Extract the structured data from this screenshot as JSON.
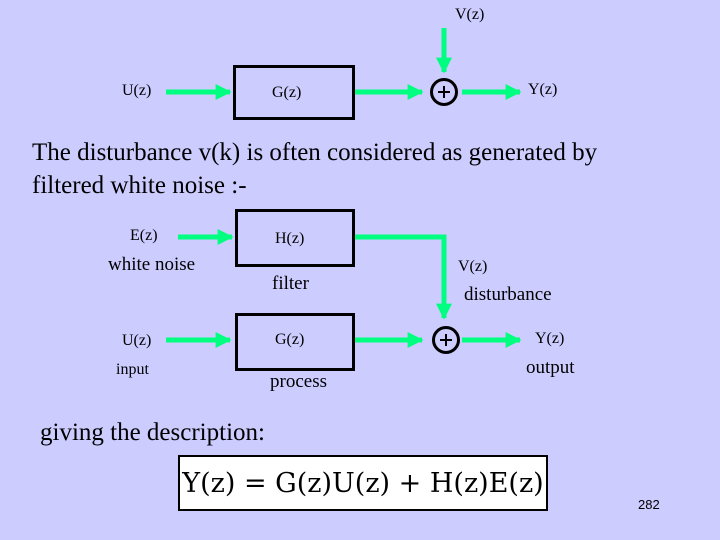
{
  "top_diagram": {
    "v_label": "V(z)",
    "u_label": "U(z)",
    "g_label": "G(z)",
    "y_label": "Y(z)"
  },
  "paragraph": {
    "line1": "The disturbance v(k) is often considered as generated by",
    "line2": "filtered white noise :-"
  },
  "bottom_diagram": {
    "e_label": "E(z)",
    "e_desc": "white noise",
    "h_label": "H(z)",
    "h_desc": "filter",
    "v_label": "V(z)",
    "v_desc": "disturbance",
    "u_label": "U(z)",
    "u_desc": "input",
    "g_label": "G(z)",
    "g_desc": "process",
    "y_label": "Y(z)",
    "y_desc": "output"
  },
  "description_text": "giving the description:",
  "equation": "Y(z) = G(z)U(z) + H(z)E(z)",
  "page_number": "282",
  "colors": {
    "background": "#ccccff",
    "arrow": "#00ff80",
    "block_border": "#000000"
  }
}
